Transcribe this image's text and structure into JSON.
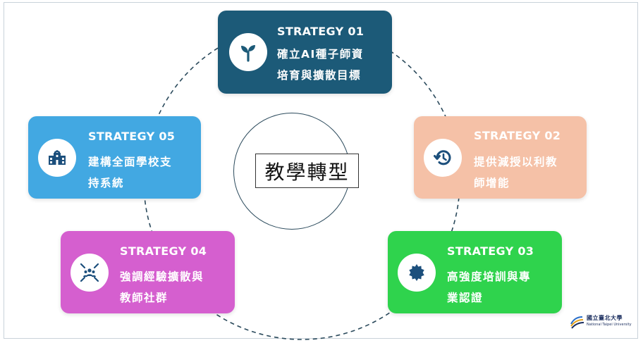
{
  "center": {
    "title": "教學轉型"
  },
  "colors": {
    "s1": "#1c5a78",
    "s2": "#f5c1a7",
    "s3": "#2fd34d",
    "s4": "#d55fcf",
    "s5": "#42a8e2",
    "ring": "#2b4a5c"
  },
  "strategies": [
    {
      "heading": "STRATEGY 01",
      "line1": "確立AI種子師資",
      "line2": "培育與擴散目標",
      "icon": "sprout-icon"
    },
    {
      "heading": "STRATEGY 02",
      "line1": "提供減授以利教",
      "line2": "師增能",
      "icon": "history-clock-icon"
    },
    {
      "heading": "STRATEGY 03",
      "line1": "高強度培訓與專",
      "line2": "業認證",
      "icon": "certificate-badge-icon"
    },
    {
      "heading": "STRATEGY 04",
      "line1": "強調經驗擴散與",
      "line2": "教師社群",
      "icon": "community-network-icon"
    },
    {
      "heading": "STRATEGY 05",
      "line1": "建構全面學校支",
      "line2": "持系統",
      "icon": "school-building-icon"
    }
  ],
  "logo": {
    "name": "國立臺北大學",
    "subtitle": "National Taipei University"
  }
}
